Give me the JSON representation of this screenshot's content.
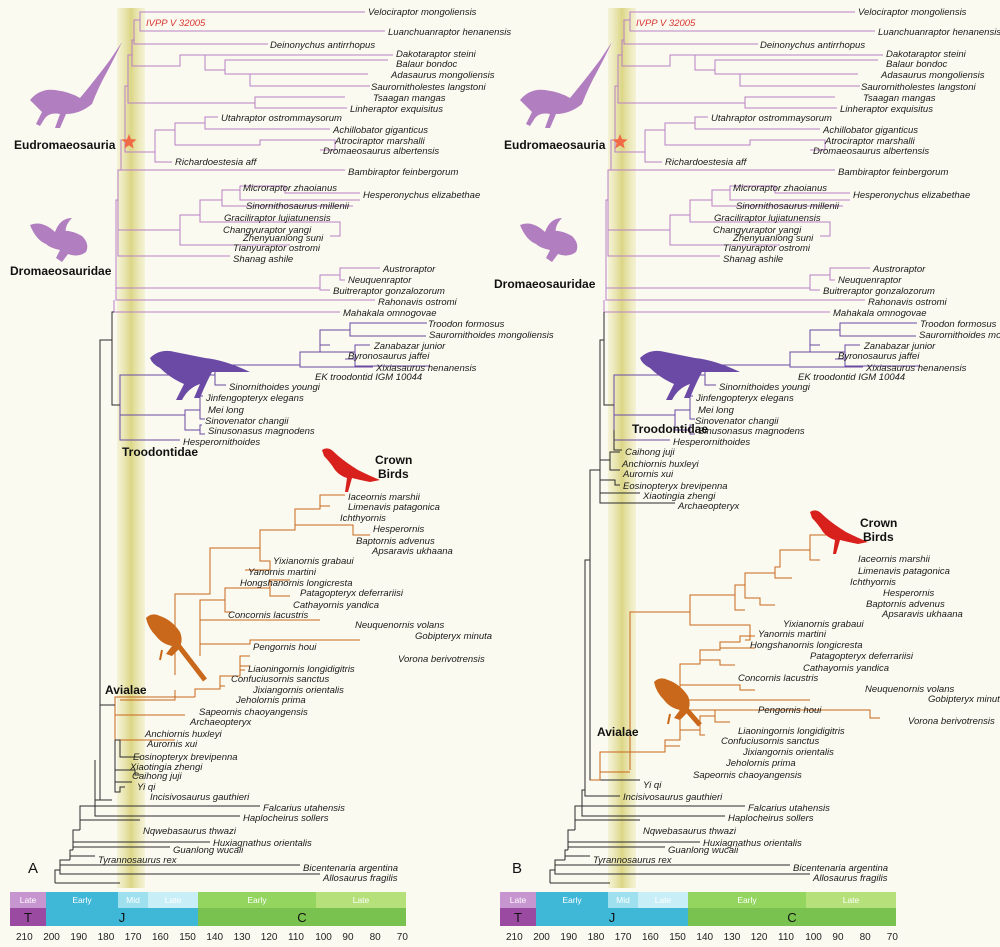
{
  "panels": {
    "A": {
      "label": "A",
      "clades": {
        "eudromaeosauria": "Eudromaeosauria",
        "dromaeosauridae": "Dromaeosauridae",
        "troodontidae": "Troodontidae",
        "crown_birds_1": "Crown",
        "crown_birds_2": "Birds",
        "avialae": "Avialae"
      },
      "taxa": [
        "IVPP V 32005",
        "Velociraptor mongoliensis",
        "Luanchuanraptor henanensis",
        "Deinonychus antirrhopus",
        "Dakotaraptor steini",
        "Balaur bondoc",
        "Adasaurus mongoliensis",
        "Saurornitholestes langstoni",
        "Tsaagan mangas",
        "Linheraptor exquisitus",
        "Utahraptor ostrommaysorum",
        "Achillobator giganticus",
        "Atrociraptor marshalli",
        "Dromaeosaurus albertensis",
        "Richardoestesia aff",
        "Bambiraptor feinbergorum",
        "Microraptor zhaoianus",
        "Hesperonychus elizabethae",
        "Sinornithosaurus millenii",
        "Graciliraptor lujiatunensis",
        "Changyuraptor yangi",
        "Zhenyuanlong suni",
        "Tianyuraptor ostromi",
        "Shanag ashile",
        "Austroraptor",
        "Neuquenraptor",
        "Buitreraptor gonzalozorum",
        "Rahonavis ostromi",
        "Mahakala omnogovae",
        "Troodon formosus",
        "Saurornithoides mongoliensis",
        "Zanabazar junior",
        "Byronosaurus jaffei",
        "Xixiasaurus henanensis",
        "EK troodontid IGM 10044",
        "Sinornithoides youngi",
        "Jinfengopteryx elegans",
        "Mei long",
        "Sinovenator changii",
        "Sinusonasus magnodens",
        "Hesperornithoides",
        "Iaceornis marshii",
        "Limenavis patagonica",
        "Ichthyornis",
        "Hesperornis",
        "Baptornis advenus",
        "Apsaravis ukhaana",
        "Yixianornis grabaui",
        "Yanornis martini",
        "Hongshanornis longicresta",
        "Patagopteryx deferrariisi",
        "Cathayornis yandica",
        "Concornis lacustris",
        "Neuquenornis volans",
        "Gobipteryx minuta",
        "Pengornis houi",
        "Vorona berivotrensis",
        "Liaoningornis longidigitris",
        "Confuciusornis sanctus",
        "Jixiangornis orientalis",
        "Jeholornis prima",
        "Sapeornis chaoyangensis",
        "Archaeopteryx",
        "Anchiornis huxleyi",
        "Aurornis xui",
        "Eosinopteryx brevipenna",
        "Xiaotingia zhengi",
        "Caihong juji",
        "Yi qi",
        "Incisivosaurus gauthieri",
        "Falcarius utahensis",
        "Haplocheirus sollers",
        "Nqwebasaurus thwazi",
        "Huxiagnathus orientalis",
        "Guanlong wucaii",
        "Tyrannosaurus rex",
        "Bicentenaria argentina",
        "Allosaurus fragilis"
      ]
    },
    "B": {
      "label": "B",
      "clades": {
        "eudromaeosauria": "Eudromaeosauria",
        "dromaeosauridae": "Dromaeosauridae",
        "troodontidae": "Troodontidae",
        "crown_birds_1": "Crown",
        "crown_birds_2": "Birds",
        "avialae": "Avialae"
      },
      "taxa": [
        "IVPP V 32005",
        "Velociraptor mongoliensis",
        "Luanchuanraptor henanensis",
        "Deinonychus antirrhopus",
        "Dakotaraptor steini",
        "Balaur bondoc",
        "Adasaurus mongoliensis",
        "Saurornitholestes langstoni",
        "Tsaagan mangas",
        "Linheraptor exquisitus",
        "Utahraptor ostrommaysorum",
        "Achillobator giganticus",
        "Atrociraptor marshalli",
        "Dromaeosaurus albertensis",
        "Richardoestesia aff",
        "Bambiraptor feinbergorum",
        "Microraptor zhaoianus",
        "Hesperonychus elizabethae",
        "Sinornithosaurus millenii",
        "Graciliraptor lujiatunensis",
        "Changyuraptor yangi",
        "Zhenyuanlong suni",
        "Tianyuraptor ostromi",
        "Shanag ashile",
        "Austroraptor",
        "Neuquenraptor",
        "Buitreraptor gonzalozorum",
        "Rahonavis ostromi",
        "Mahakala omnogovae",
        "Troodon formosus",
        "Saurornithoides mongoliensis",
        "Zanabazar junior",
        "Byronosaurus jaffei",
        "Xixiasaurus henanensis",
        "EK troodontid IGM 10044",
        "Sinornithoides youngi",
        "Jinfengopteryx elegans",
        "Mei long",
        "Sinovenator changii",
        "Sinusonasus magnodens",
        "Hesperornithoides",
        "Caihong juji",
        "Anchiornis huxleyi",
        "Aurornis xui",
        "Eosinopteryx brevipenna",
        "Xiaotingia zhengi",
        "Archaeopteryx",
        "Iaceornis marshii",
        "Limenavis patagonica",
        "Ichthyornis",
        "Hesperornis",
        "Baptornis advenus",
        "Apsaravis ukhaana",
        "Yixianornis grabaui",
        "Yanornis martini",
        "Hongshanornis longicresta",
        "Patagopteryx deferrariisi",
        "Cathayornis yandica",
        "Concornis lacustris",
        "Neuquenornis volans",
        "Gobipteryx minuta",
        "Pengornis houi",
        "Vorona berivotrensis",
        "Liaoningornis longidigitris",
        "Confuciusornis sanctus",
        "Jixiangornis orientalis",
        "Jeholornis prima",
        "Sapeornis chaoyangensis",
        "Yi qi",
        "Incisivosaurus gauthieri",
        "Falcarius utahensis",
        "Haplocheirus sollers",
        "Nqwebasaurus thwazi",
        "Huxiagnathus orientalis",
        "Guanlong wucaii",
        "Tyrannosaurus rex",
        "Bicentenaria argentina",
        "Allosaurus fragilis"
      ]
    }
  },
  "timescale": {
    "epochs": [
      "Late",
      "Early",
      "Mid",
      "Late",
      "Early",
      "Late"
    ],
    "periods": [
      "T",
      "J",
      "C"
    ],
    "ticks": [
      "210",
      "200",
      "190",
      "180",
      "170",
      "160",
      "150",
      "140",
      "130",
      "120",
      "110",
      "100",
      "90",
      "80",
      "70"
    ]
  },
  "colors": {
    "dromaeosaur": "#b980c4",
    "troodontid": "#6a4aa5",
    "avialan": "#c9671a",
    "crown_bird": "#d8201c",
    "base": "#2b2b2b",
    "highlight_band": "#dcd78a",
    "star": "#f06a45",
    "triassic": "#9b4aa2",
    "jurassic": "#3fb7d6",
    "cretaceous": "#79c24f"
  }
}
